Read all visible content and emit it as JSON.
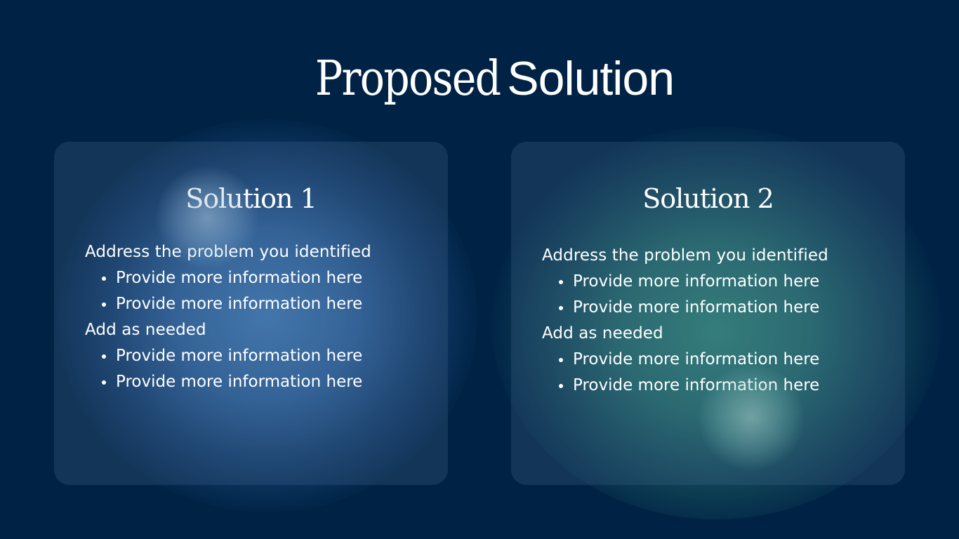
{
  "title": {
    "part1": "Proposed",
    "part2": "Solution"
  },
  "cards": [
    {
      "heading": "Solution 1",
      "sections": [
        {
          "text": "Address the problem you identified",
          "bullets": [
            "Provide more information here",
            "Provide more information here"
          ]
        },
        {
          "text": "Add as needed",
          "bullets": [
            "Provide more information here",
            "Provide more information here"
          ]
        }
      ]
    },
    {
      "heading": "Solution 2",
      "sections": [
        {
          "text": "Address the problem you identified",
          "bullets": [
            "Provide more information here",
            "Provide more information here"
          ]
        },
        {
          "text": "Add as needed",
          "bullets": [
            "Provide more information here",
            "Provide more information here"
          ]
        }
      ]
    }
  ],
  "colors": {
    "background": "#002345",
    "text": "#ffffff",
    "glow_left": "#4682be",
    "glow_right": "#328c78"
  }
}
